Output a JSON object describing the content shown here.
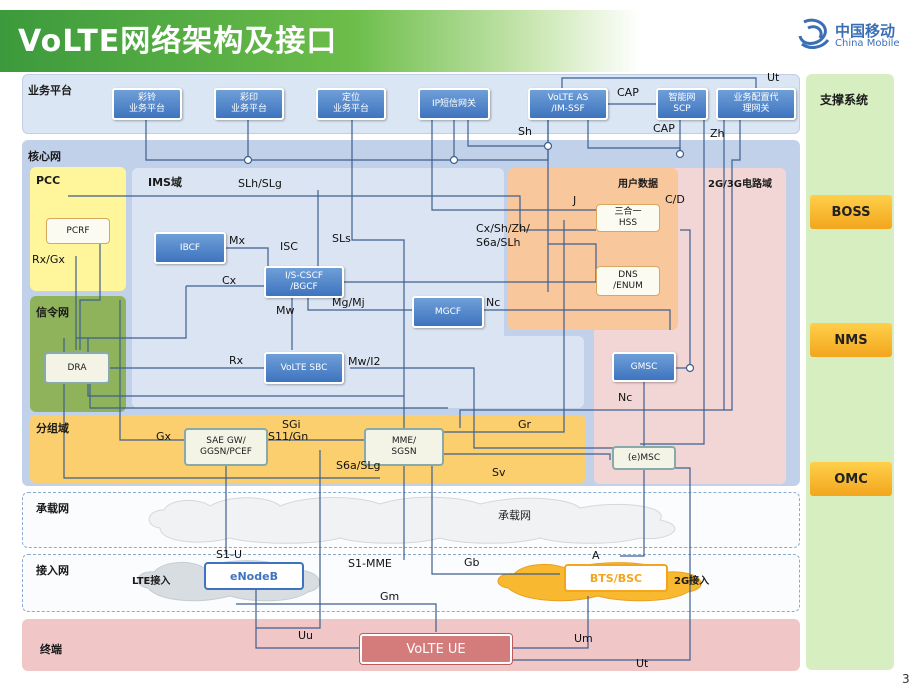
{
  "title": "VoLTE网络架构及接口",
  "logo": {
    "cn": "中国移动",
    "en": "China Mobile"
  },
  "page_number": "3",
  "regions": {
    "business": "业务平台",
    "core": "核心网",
    "pcc": "PCC",
    "ims": "IMS域",
    "user_data": "用户数据",
    "cs": "2G/3G电路域",
    "signaling": "信令网",
    "packet": "分组域",
    "bearer": "承载网",
    "bearer_cloud": "承载网",
    "access": "接入网",
    "lte_access": "LTE接入",
    "g2_access": "2G接入",
    "terminal": "终端",
    "support": "支撑系统"
  },
  "business_nodes": [
    "彩铃\n业务平台",
    "彩印\n业务平台",
    "定位\n业务平台",
    "IP短信网关",
    "VoLTE AS\n/IM-SSF",
    "智能网\nSCP",
    "业务配置代\n理网关"
  ],
  "core_nodes": {
    "pcrf": "PCRF",
    "ibcf": "IBCF",
    "iscscf": "I/S-CSCF\n/BGCF",
    "mgcf": "MGCF",
    "hss": "三合一\nHSS",
    "dns": "DNS\n/ENUM",
    "dra": "DRA",
    "sbc": "VoLTE SBC",
    "gmsc": "GMSC",
    "saegw": "SAE GW/\nGGSN/PCEF",
    "mme": "MME/\nSGSN",
    "emsc": "(e)MSC"
  },
  "access_nodes": {
    "enodeb": "eNodeB",
    "bts": "BTS/BSC"
  },
  "terminal_node": "VoLTE UE",
  "support_items": [
    "BOSS",
    "NMS",
    "OMC"
  ],
  "interfaces": {
    "ut_top": "Ut",
    "cap1": "CAP",
    "cap2": "CAP",
    "sh": "Sh",
    "zh": "Zh",
    "slh_slg": "SLh/SLg",
    "j": "J",
    "cd": "C/D",
    "mx": "Mx",
    "isc": "ISC",
    "sls": "SLs",
    "cx_multi": "Cx/Sh/Zh/\nS6a/SLh",
    "rxgx": "Rx/Gx",
    "cx": "Cx",
    "mw": "Mw",
    "mgmj": "Mg/Mj",
    "nc1": "Nc",
    "rx": "Rx",
    "mwi2": "Mw/I2",
    "nc2": "Nc",
    "gx": "Gx",
    "sgi": "SGi",
    "s11gn": "S11/Gn",
    "gr": "Gr",
    "s6aslg": "S6a/SLg",
    "sv": "Sv",
    "s1u": "S1-U",
    "s1mme": "S1-MME",
    "gb": "Gb",
    "a": "A",
    "gm": "Gm",
    "uu": "Uu",
    "um": "Um",
    "ut_bottom": "Ut"
  },
  "colors": {
    "title_green": "#3c9a3c",
    "node_blue": "#4a80c8",
    "core_bg": "#c5d3ea",
    "ims_bg": "#dbe4f2",
    "pcc_bg": "#fff59a",
    "signal_bg": "#8fb35a",
    "packet_bg": "#fbcf6e",
    "userdata_bg": "#f8c89c",
    "cs_bg": "#f2d6d6",
    "terminal_bg": "#f1c6c6",
    "support_bg": "#d6eec0",
    "support_btn": "#f8b830"
  }
}
